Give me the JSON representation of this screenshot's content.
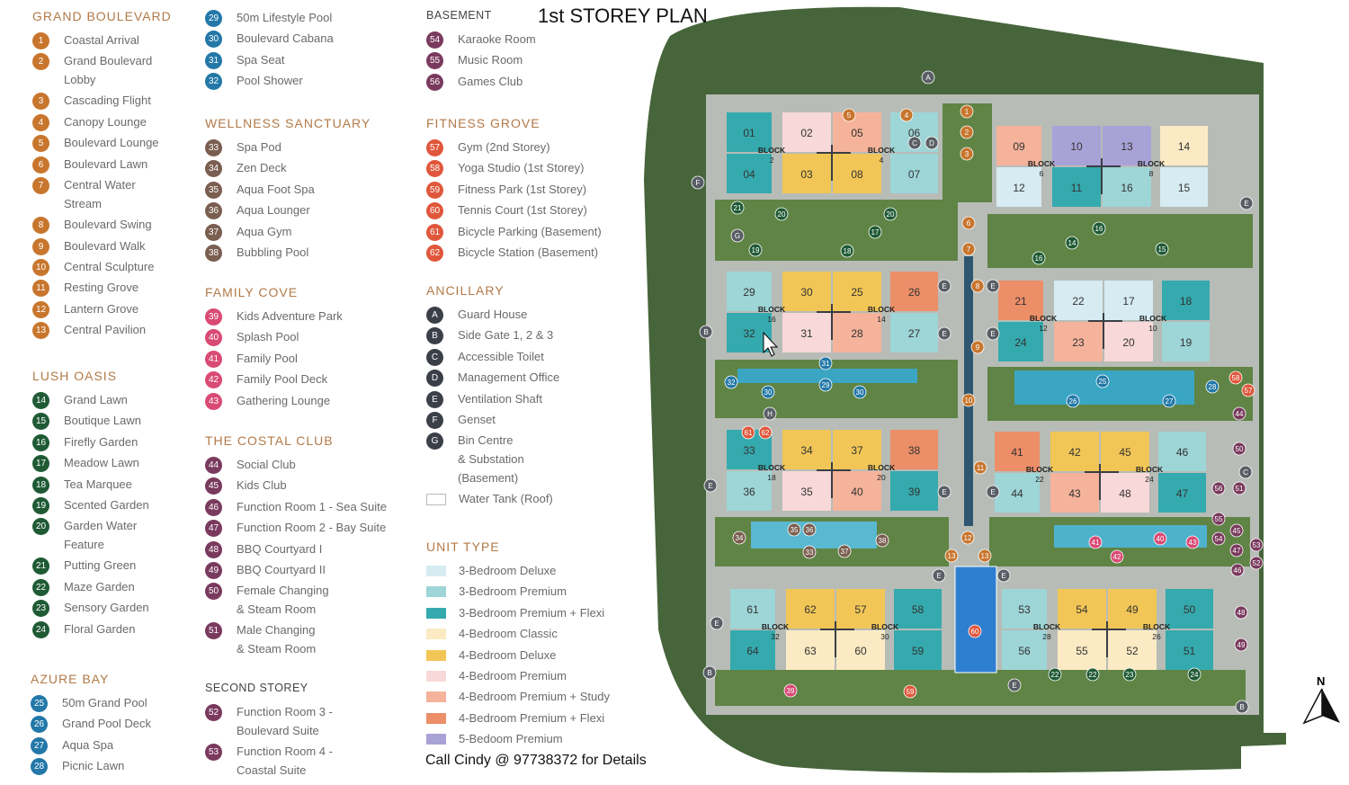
{
  "title": "1st STOREY PLAN",
  "contact": "Call Cindy @ 97738372 for Details",
  "north_label": "N",
  "block_label": "BLOCK",
  "colors": {
    "grand": "#c8762e",
    "lush": "#1f5a35",
    "azure": "#2378a8",
    "wellness": "#7a5e50",
    "family": "#d94a74",
    "costal": "#7a3a5e",
    "basement": "#7a3a5e",
    "fitness": "#e0573c",
    "ancillary": "#3b3f48"
  },
  "legend": {
    "grand": {
      "heading": "GRAND BOULEVARD",
      "group": "grand",
      "items": [
        {
          "badge": "1",
          "label": "Coastal Arrival"
        },
        {
          "badge": "2",
          "label": "Grand Boulevard\nLobby"
        },
        {
          "badge": "3",
          "label": "Cascading Flight"
        },
        {
          "badge": "4",
          "label": "Canopy Lounge"
        },
        {
          "badge": "5",
          "label": "Boulevard Lounge"
        },
        {
          "badge": "6",
          "label": "Boulevard Lawn"
        },
        {
          "badge": "7",
          "label": "Central Water\nStream"
        },
        {
          "badge": "8",
          "label": "Boulevard Swing"
        },
        {
          "badge": "9",
          "label": "Boulevard Walk"
        },
        {
          "badge": "10",
          "label": "Central Sculpture"
        },
        {
          "badge": "11",
          "label": "Resting Grove"
        },
        {
          "badge": "12",
          "label": "Lantern Grove"
        },
        {
          "badge": "13",
          "label": "Central Pavilion"
        }
      ]
    },
    "lush": {
      "heading": "LUSH OASIS",
      "group": "lush",
      "items": [
        {
          "badge": "14",
          "label": "Grand Lawn"
        },
        {
          "badge": "15",
          "label": "Boutique Lawn"
        },
        {
          "badge": "16",
          "label": "Firefly Garden"
        },
        {
          "badge": "17",
          "label": "Meadow Lawn"
        },
        {
          "badge": "18",
          "label": "Tea Marquee"
        },
        {
          "badge": "19",
          "label": "Scented Garden"
        },
        {
          "badge": "20",
          "label": "Garden Water\nFeature"
        },
        {
          "badge": "21",
          "label": "Putting Green"
        },
        {
          "badge": "22",
          "label": "Maze Garden"
        },
        {
          "badge": "23",
          "label": "Sensory Garden"
        },
        {
          "badge": "24",
          "label": "Floral Garden"
        }
      ]
    },
    "azure": {
      "heading": "AZURE BAY",
      "group": "azure",
      "items": [
        {
          "badge": "25",
          "label": "50m Grand Pool"
        },
        {
          "badge": "26",
          "label": "Grand Pool Deck"
        },
        {
          "badge": "27",
          "label": "Aqua Spa"
        },
        {
          "badge": "28",
          "label": "Picnic Lawn"
        }
      ]
    },
    "azure2": {
      "heading": "",
      "group": "azure",
      "items": [
        {
          "badge": "29",
          "label": "50m Lifestyle Pool"
        },
        {
          "badge": "30",
          "label": "Boulevard Cabana"
        },
        {
          "badge": "31",
          "label": "Spa Seat"
        },
        {
          "badge": "32",
          "label": "Pool Shower"
        }
      ]
    },
    "wellness": {
      "heading": "WELLNESS SANCTUARY",
      "group": "wellness",
      "items": [
        {
          "badge": "33",
          "label": "Spa Pod"
        },
        {
          "badge": "34",
          "label": "Zen Deck"
        },
        {
          "badge": "35",
          "label": "Aqua Foot Spa"
        },
        {
          "badge": "36",
          "label": "Aqua Lounger"
        },
        {
          "badge": "37",
          "label": "Aqua Gym"
        },
        {
          "badge": "38",
          "label": "Bubbling Pool"
        }
      ]
    },
    "family": {
      "heading": "FAMILY COVE",
      "group": "family",
      "items": [
        {
          "badge": "39",
          "label": "Kids Adventure Park"
        },
        {
          "badge": "40",
          "label": "Splash Pool"
        },
        {
          "badge": "41",
          "label": "Family Pool"
        },
        {
          "badge": "42",
          "label": "Family Pool Deck"
        },
        {
          "badge": "43",
          "label": "Gathering Lounge"
        }
      ]
    },
    "costal": {
      "heading": "THE COSTAL CLUB",
      "group": "costal",
      "items": [
        {
          "badge": "44",
          "label": "Social Club"
        },
        {
          "badge": "45",
          "label": "Kids Club"
        },
        {
          "badge": "46",
          "label": "Function Room 1 - Sea Suite"
        },
        {
          "badge": "47",
          "label": "Function Room 2 - Bay Suite"
        },
        {
          "badge": "48",
          "label": "BBQ Courtyard I"
        },
        {
          "badge": "49",
          "label": "BBQ Courtyard II"
        },
        {
          "badge": "50",
          "label": "Female Changing\n& Steam Room"
        },
        {
          "badge": "51",
          "label": "Male Changing\n& Steam Room"
        }
      ]
    },
    "second": {
      "heading": "SECOND STOREY",
      "group": "costal",
      "plain": true,
      "items": [
        {
          "badge": "52",
          "label": "Function Room 3 -\nBoulevard Suite"
        },
        {
          "badge": "53",
          "label": "Function Room 4 -\nCoastal Suite"
        }
      ]
    },
    "basement": {
      "heading": "BASEMENT",
      "group": "basement",
      "plain": true,
      "items": [
        {
          "badge": "54",
          "label": "Karaoke Room"
        },
        {
          "badge": "55",
          "label": "Music Room"
        },
        {
          "badge": "56",
          "label": "Games Club"
        }
      ]
    },
    "fitness": {
      "heading": "FITNESS GROVE",
      "group": "fitness",
      "items": [
        {
          "badge": "57",
          "label": "Gym (2nd Storey)"
        },
        {
          "badge": "58",
          "label": "Yoga Studio (1st Storey)"
        },
        {
          "badge": "59",
          "label": "Fitness Park (1st Storey)"
        },
        {
          "badge": "60",
          "label": "Tennis Court (1st Storey)"
        },
        {
          "badge": "61",
          "label": "Bicycle Parking (Basement)"
        },
        {
          "badge": "62",
          "label": "Bicycle Station (Basement)"
        }
      ]
    },
    "ancillary": {
      "heading": "ANCILLARY",
      "group": "ancillary",
      "items": [
        {
          "badge": "A",
          "label": "Guard House"
        },
        {
          "badge": "B",
          "label": "Side Gate 1, 2 & 3"
        },
        {
          "badge": "C",
          "label": "Accessible Toilet"
        },
        {
          "badge": "D",
          "label": "Management Office"
        },
        {
          "badge": "E",
          "label": "Ventilation Shaft"
        },
        {
          "badge": "F",
          "label": "Genset"
        },
        {
          "badge": "G",
          "label": "Bin Centre\n& Substation\n(Basement)"
        },
        {
          "badge": "",
          "label": "Water Tank (Roof)",
          "tank": true
        }
      ]
    },
    "unit_types": {
      "heading": "UNIT TYPE",
      "items": [
        {
          "key": "d3",
          "label": "3-Bedroom Deluxe",
          "color": "#d6ebf2"
        },
        {
          "key": "p3",
          "label": "3-Bedroom Premium",
          "color": "#9ed5d7"
        },
        {
          "key": "f3",
          "label": "3-Bedroom Premium + Flexi",
          "color": "#35aaae"
        },
        {
          "key": "c4",
          "label": "4-Bedroom Classic",
          "color": "#fbeac4"
        },
        {
          "key": "d4",
          "label": "4-Bedroom Deluxe",
          "color": "#f2c656"
        },
        {
          "key": "p4",
          "label": "4-Bedroom Premium",
          "color": "#f8d8d8"
        },
        {
          "key": "s4",
          "label": "4-Bedroom Premium + Study",
          "color": "#f5b39b"
        },
        {
          "key": "x4",
          "label": "4-Bedroom Premium + Flexi",
          "color": "#ec8e68"
        },
        {
          "key": "p5",
          "label": "5-Bedoom Premium",
          "color": "#a9a2d6"
        }
      ]
    }
  },
  "map": {
    "clusters": [
      {
        "blocks": [
          "2",
          "4"
        ],
        "units": [
          {
            "n": "01",
            "t": "f3"
          },
          {
            "n": "02",
            "t": "p4"
          },
          {
            "n": "05",
            "t": "s4"
          },
          {
            "n": "06",
            "t": "p3"
          },
          {
            "n": "04",
            "t": "f3"
          },
          {
            "n": "03",
            "t": "d4"
          },
          {
            "n": "08",
            "t": "d4"
          },
          {
            "n": "07",
            "t": "p3"
          }
        ]
      },
      {
        "blocks": [
          "6",
          "8"
        ],
        "units": [
          {
            "n": "09",
            "t": "s4"
          },
          {
            "n": "10",
            "t": "p5"
          },
          {
            "n": "13",
            "t": "p5"
          },
          {
            "n": "14",
            "t": "c4"
          },
          {
            "n": "12",
            "t": "d3"
          },
          {
            "n": "11",
            "t": "f3"
          },
          {
            "n": "16",
            "t": "p3"
          },
          {
            "n": "15",
            "t": "d3"
          }
        ]
      },
      {
        "blocks": [
          "16",
          "14"
        ],
        "units": [
          {
            "n": "29",
            "t": "p3"
          },
          {
            "n": "30",
            "t": "d4"
          },
          {
            "n": "25",
            "t": "d4"
          },
          {
            "n": "26",
            "t": "x4"
          },
          {
            "n": "32",
            "t": "f3"
          },
          {
            "n": "31",
            "t": "p4"
          },
          {
            "n": "28",
            "t": "s4"
          },
          {
            "n": "27",
            "t": "p3"
          }
        ]
      },
      {
        "blocks": [
          "12",
          "10"
        ],
        "units": [
          {
            "n": "21",
            "t": "x4"
          },
          {
            "n": "22",
            "t": "d3"
          },
          {
            "n": "17",
            "t": "d3"
          },
          {
            "n": "18",
            "t": "f3"
          },
          {
            "n": "24",
            "t": "f3"
          },
          {
            "n": "23",
            "t": "s4"
          },
          {
            "n": "20",
            "t": "p4"
          },
          {
            "n": "19",
            "t": "p3"
          }
        ]
      },
      {
        "blocks": [
          "18",
          "20"
        ],
        "units": [
          {
            "n": "33",
            "t": "f3"
          },
          {
            "n": "34",
            "t": "d4"
          },
          {
            "n": "37",
            "t": "d4"
          },
          {
            "n": "38",
            "t": "x4"
          },
          {
            "n": "36",
            "t": "p3"
          },
          {
            "n": "35",
            "t": "p4"
          },
          {
            "n": "40",
            "t": "s4"
          },
          {
            "n": "39",
            "t": "f3"
          }
        ]
      },
      {
        "blocks": [
          "22",
          "24"
        ],
        "units": [
          {
            "n": "41",
            "t": "x4"
          },
          {
            "n": "42",
            "t": "d4"
          },
          {
            "n": "45",
            "t": "d4"
          },
          {
            "n": "46",
            "t": "p3"
          },
          {
            "n": "44",
            "t": "p3"
          },
          {
            "n": "43",
            "t": "s4"
          },
          {
            "n": "48",
            "t": "p4"
          },
          {
            "n": "47",
            "t": "f3"
          }
        ]
      },
      {
        "blocks": [
          "32",
          "30"
        ],
        "units": [
          {
            "n": "61",
            "t": "p3"
          },
          {
            "n": "62",
            "t": "d4"
          },
          {
            "n": "57",
            "t": "d4"
          },
          {
            "n": "58",
            "t": "f3"
          },
          {
            "n": "64",
            "t": "f3"
          },
          {
            "n": "63",
            "t": "c4"
          },
          {
            "n": "60",
            "t": "c4"
          },
          {
            "n": "59",
            "t": "f3"
          }
        ]
      },
      {
        "blocks": [
          "28",
          "26"
        ],
        "units": [
          {
            "n": "53",
            "t": "p3"
          },
          {
            "n": "54",
            "t": "d4"
          },
          {
            "n": "49",
            "t": "d4"
          },
          {
            "n": "50",
            "t": "f3"
          },
          {
            "n": "56",
            "t": "p3"
          },
          {
            "n": "55",
            "t": "c4"
          },
          {
            "n": "52",
            "t": "c4"
          },
          {
            "n": "51",
            "t": "f3"
          }
        ]
      }
    ],
    "markers": [
      {
        "l": "5",
        "g": "grand"
      },
      {
        "l": "4",
        "g": "grand"
      },
      {
        "l": "1",
        "g": "grand"
      },
      {
        "l": "2",
        "g": "grand"
      },
      {
        "l": "3",
        "g": "grand"
      },
      {
        "l": "6",
        "g": "grand"
      },
      {
        "l": "7",
        "g": "grand"
      },
      {
        "l": "8",
        "g": "grand"
      },
      {
        "l": "9",
        "g": "grand"
      },
      {
        "l": "10",
        "g": "grand"
      },
      {
        "l": "11",
        "g": "grand"
      },
      {
        "l": "12",
        "g": "grand"
      },
      {
        "l": "13",
        "g": "grand"
      },
      {
        "l": "13",
        "g": "grand"
      },
      {
        "l": "21",
        "g": "lush"
      },
      {
        "l": "20",
        "g": "lush"
      },
      {
        "l": "20",
        "g": "lush"
      },
      {
        "l": "17",
        "g": "lush"
      },
      {
        "l": "19",
        "g": "lush"
      },
      {
        "l": "18",
        "g": "lush"
      },
      {
        "l": "16",
        "g": "lush"
      },
      {
        "l": "14",
        "g": "lush"
      },
      {
        "l": "16",
        "g": "lush"
      },
      {
        "l": "15",
        "g": "lush"
      },
      {
        "l": "22",
        "g": "lush"
      },
      {
        "l": "22",
        "g": "lush"
      },
      {
        "l": "23",
        "g": "lush"
      },
      {
        "l": "24",
        "g": "lush"
      },
      {
        "l": "31",
        "g": "azure"
      },
      {
        "l": "29",
        "g": "azure"
      },
      {
        "l": "32",
        "g": "azure"
      },
      {
        "l": "30",
        "g": "azure"
      },
      {
        "l": "30",
        "g": "azure"
      },
      {
        "l": "25",
        "g": "azure"
      },
      {
        "l": "26",
        "g": "azure"
      },
      {
        "l": "27",
        "g": "azure"
      },
      {
        "l": "28",
        "g": "azure"
      },
      {
        "l": "34",
        "g": "wellness"
      },
      {
        "l": "35",
        "g": "wellness"
      },
      {
        "l": "36",
        "g": "wellness"
      },
      {
        "l": "33",
        "g": "wellness"
      },
      {
        "l": "37",
        "g": "wellness"
      },
      {
        "l": "38",
        "g": "wellness"
      },
      {
        "l": "39",
        "g": "family"
      },
      {
        "l": "41",
        "g": "family"
      },
      {
        "l": "40",
        "g": "family"
      },
      {
        "l": "42",
        "g": "family"
      },
      {
        "l": "43",
        "g": "family"
      },
      {
        "l": "44",
        "g": "costal"
      },
      {
        "l": "50",
        "g": "costal"
      },
      {
        "l": "51",
        "g": "costal"
      },
      {
        "l": "56",
        "g": "costal"
      },
      {
        "l": "55",
        "g": "costal"
      },
      {
        "l": "54",
        "g": "costal"
      },
      {
        "l": "45",
        "g": "costal"
      },
      {
        "l": "53",
        "g": "costal"
      },
      {
        "l": "47",
        "g": "costal"
      },
      {
        "l": "52",
        "g": "costal"
      },
      {
        "l": "46",
        "g": "costal"
      },
      {
        "l": "48",
        "g": "costal"
      },
      {
        "l": "49",
        "g": "costal"
      },
      {
        "l": "61",
        "g": "fitness"
      },
      {
        "l": "62",
        "g": "fitness"
      },
      {
        "l": "60",
        "g": "fitness"
      },
      {
        "l": "59",
        "g": "fitness"
      },
      {
        "l": "58",
        "g": "fitness"
      },
      {
        "l": "57",
        "g": "fitness"
      },
      {
        "l": "A",
        "g": "ancillary"
      },
      {
        "l": "F",
        "g": "ancillary"
      },
      {
        "l": "G",
        "g": "ancillary"
      },
      {
        "l": "E",
        "g": "ancillary"
      },
      {
        "l": "E",
        "g": "ancillary"
      },
      {
        "l": "E",
        "g": "ancillary"
      },
      {
        "l": "E",
        "g": "ancillary"
      },
      {
        "l": "E",
        "g": "ancillary"
      },
      {
        "l": "B",
        "g": "ancillary"
      },
      {
        "l": "H",
        "g": "ancillary"
      },
      {
        "l": "E",
        "g": "ancillary"
      },
      {
        "l": "E",
        "g": "ancillary"
      },
      {
        "l": "E",
        "g": "ancillary"
      },
      {
        "l": "E",
        "g": "ancillary"
      },
      {
        "l": "E",
        "g": "ancillary"
      },
      {
        "l": "E",
        "g": "ancillary"
      },
      {
        "l": "B",
        "g": "ancillary"
      },
      {
        "l": "E",
        "g": "ancillary"
      },
      {
        "l": "B",
        "g": "ancillary"
      },
      {
        "l": "C",
        "g": "ancillary"
      },
      {
        "l": "D",
        "g": "ancillary"
      },
      {
        "l": "C",
        "g": "ancillary"
      }
    ]
  }
}
